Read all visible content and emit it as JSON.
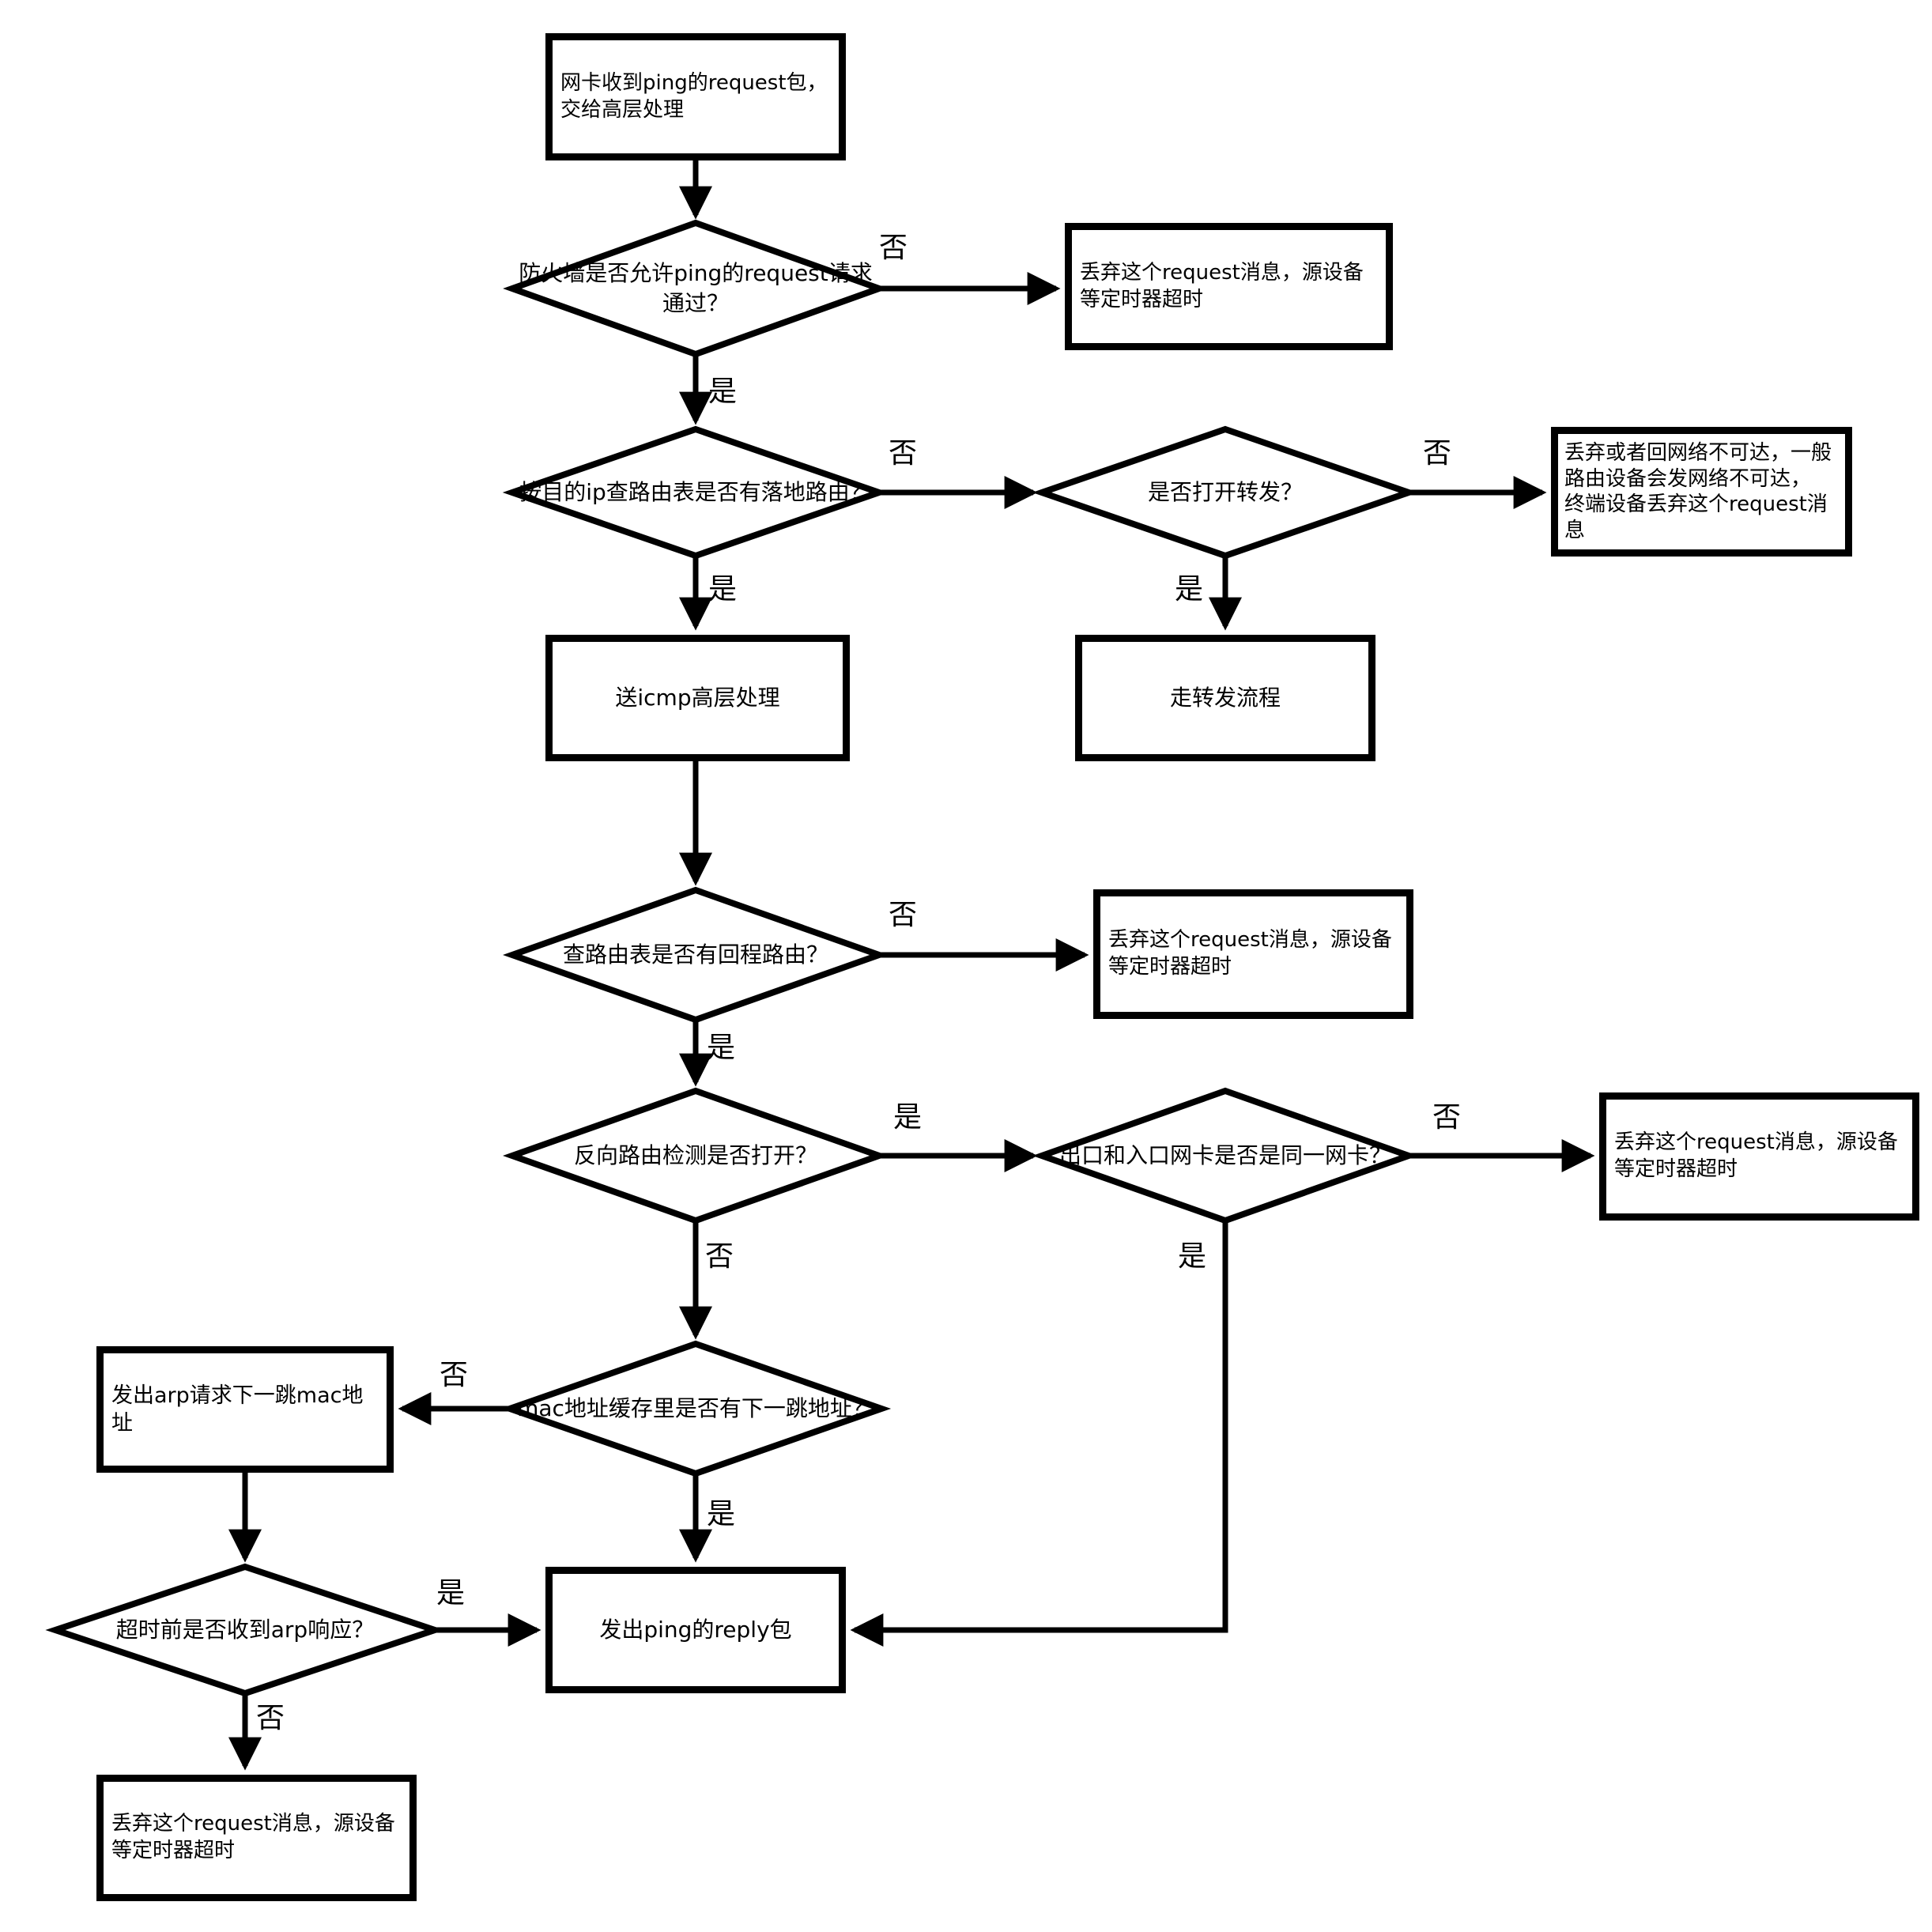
{
  "diagram": {
    "nodes": {
      "start": {
        "label": "网卡收到ping的request包，\n交给高层处理"
      },
      "fw_check": {
        "label": "防火墙是否允许ping的request请求\n通过？"
      },
      "drop_timeout_1": {
        "label": "丢弃这个request消息，源设备\n等定时器超时"
      },
      "route_check": {
        "label": "按目的ip查路由表是否有落地路由？"
      },
      "forward_check": {
        "label": "是否打开转发？"
      },
      "unreachable": {
        "label": "丢弃或者回网络不可达，一般\n路由设备会发网络不可达，\n终端设备丢弃这个request消\n息"
      },
      "icmp_process": {
        "label": "送icmp高层处理"
      },
      "forward_flow": {
        "label": "走转发流程"
      },
      "return_route_check": {
        "label": "查路由表是否有回程路由？"
      },
      "drop_timeout_2": {
        "label": "丢弃这个request消息，源设备\n等定时器超时"
      },
      "reverse_route_check": {
        "label": "反向路由检测是否打开？"
      },
      "same_nic_check": {
        "label": "出口和入口网卡是否是同一网卡？"
      },
      "drop_timeout_3": {
        "label": "丢弃这个request消息，源设备\n等定时器超时"
      },
      "mac_cache_check": {
        "label": "mac地址缓存里是否有下一跳地址？"
      },
      "arp_request": {
        "label": "发出arp请求下一跳mac地址"
      },
      "arp_response_check": {
        "label": "超时前是否收到arp响应？"
      },
      "ping_reply": {
        "label": "发出ping的reply包"
      },
      "drop_timeout_4": {
        "label": "丢弃这个request消息，源设备\n等定时器超时"
      }
    },
    "edge_labels": {
      "yes": "是",
      "no": "否"
    },
    "colors": {
      "stroke": "#000000",
      "fill": "#ffffff"
    }
  }
}
